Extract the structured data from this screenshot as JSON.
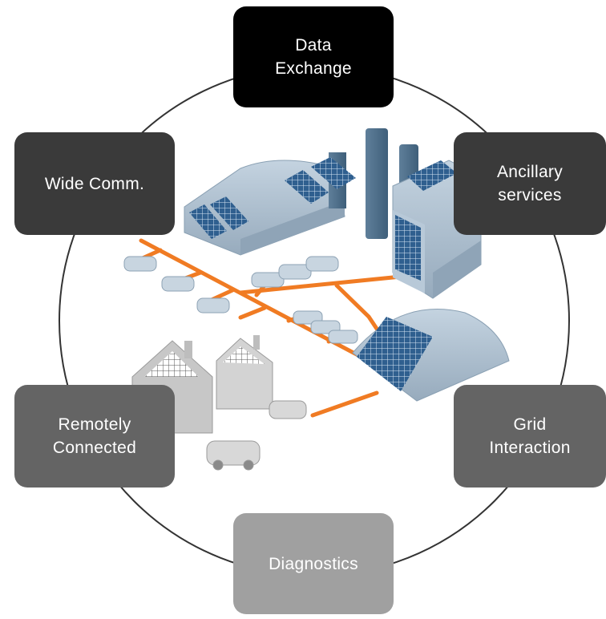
{
  "diagram": {
    "nodes": [
      {
        "id": "data-exchange",
        "label": "Data\nExchange",
        "color": "#000000"
      },
      {
        "id": "ancillary-services",
        "label": "Ancillary\nservices",
        "color": "#3a3a3a"
      },
      {
        "id": "grid-interaction",
        "label": "Grid\nInteraction",
        "color": "#646464"
      },
      {
        "id": "diagnostics",
        "label": "Diagnostics",
        "color": "#a0a0a0"
      },
      {
        "id": "remotely-connected",
        "label": "Remotely\nConnected",
        "color": "#646464"
      },
      {
        "id": "wide-comm",
        "label": "Wide Comm.",
        "color": "#3a3a3a"
      }
    ],
    "colors": {
      "ring": "#333333",
      "power_lines": "#f07b23",
      "building": "#a9bccd",
      "solar_panel": "#2f5f8f"
    },
    "illustration_icon": "smart-grid-city-illustration"
  }
}
